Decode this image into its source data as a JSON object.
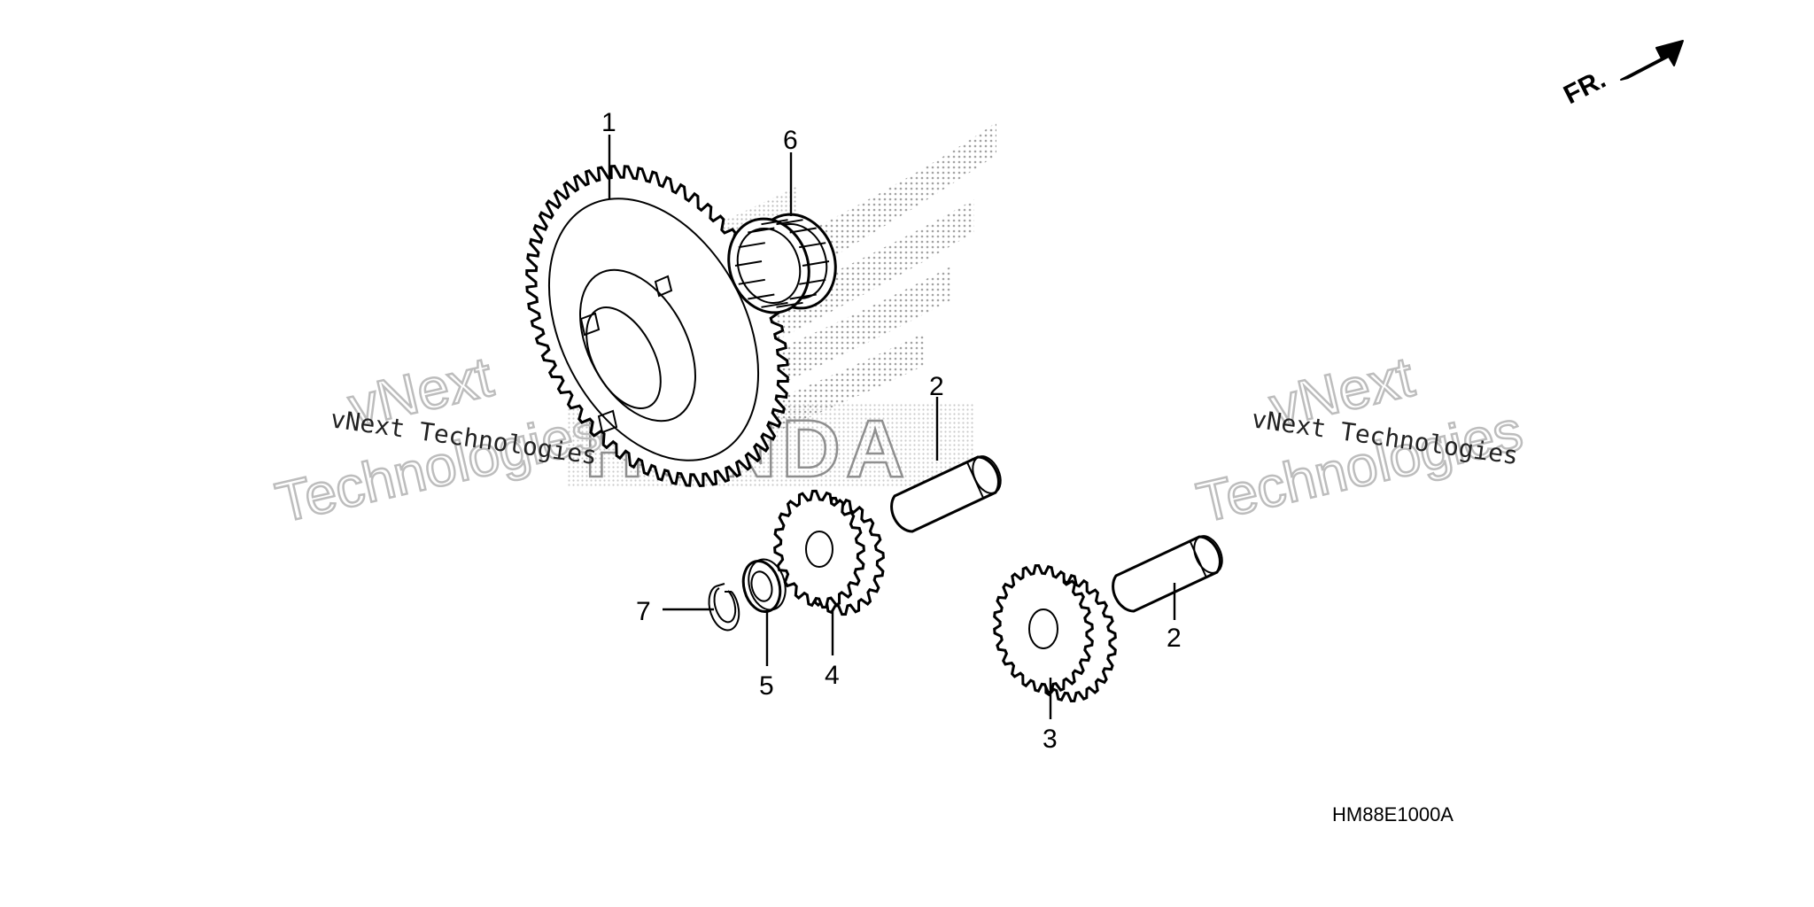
{
  "callouts": {
    "c1": "1",
    "c6": "6",
    "c2a": "2",
    "c2b": "2",
    "c3": "3",
    "c4": "4",
    "c5": "5",
    "c7": "7"
  },
  "direction_label": "FR.",
  "diagram_code": "HM88E1000A",
  "watermark": {
    "brand_text": "vNext Technologies",
    "outline_line1": "vNext",
    "outline_line2": "Technologies",
    "logo_text": "HONDA"
  },
  "colors": {
    "ink": "#000000",
    "watermark_outline": "#bdbdbd",
    "logo_dots": "#9a9a9a"
  }
}
